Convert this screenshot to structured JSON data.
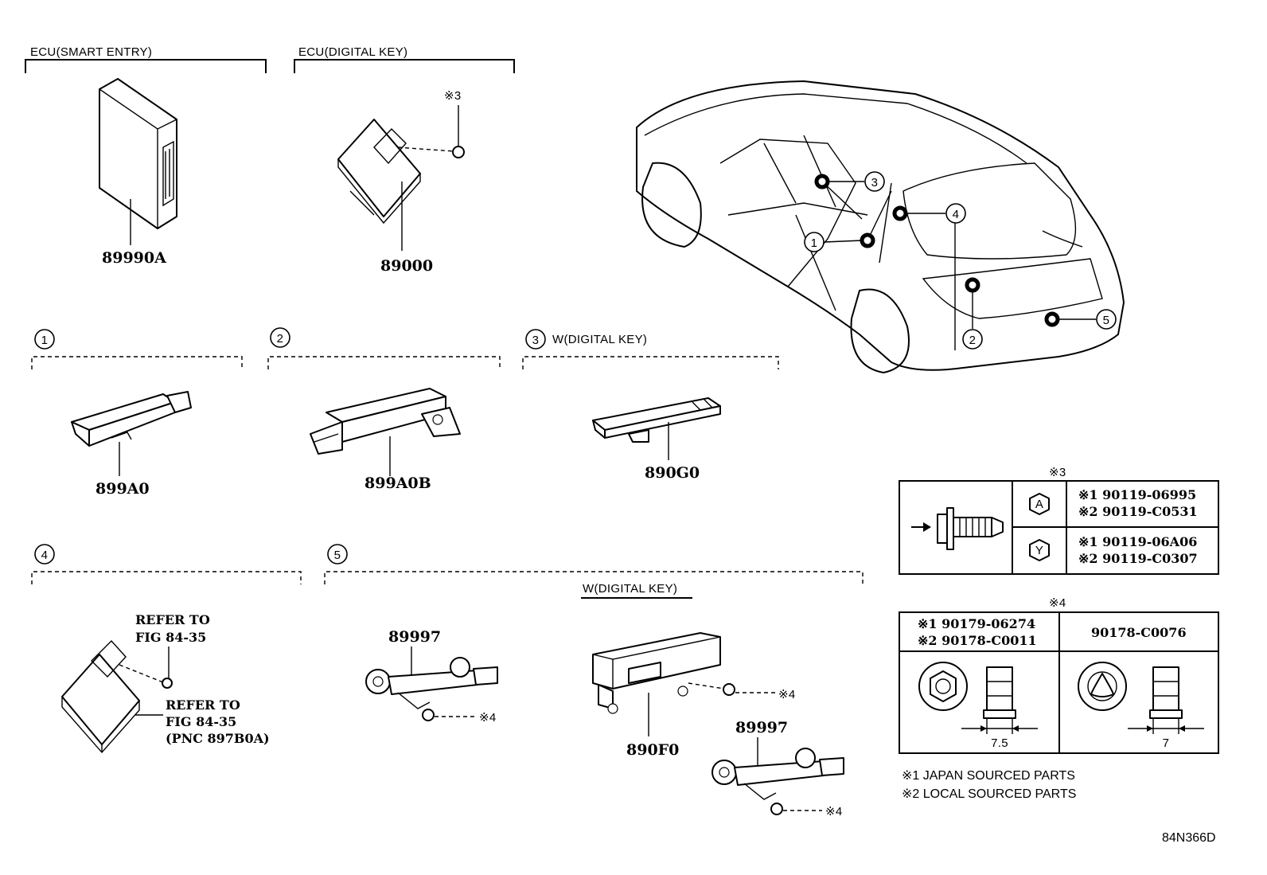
{
  "sections": {
    "smart_entry": {
      "title": "ECU(SMART ENTRY)",
      "part_no": "89990A"
    },
    "digital_key": {
      "title": "ECU(DIGITAL KEY)",
      "part_no": "89000",
      "fastener": "※3"
    },
    "s1": {
      "num": "1",
      "part_no": "899A0"
    },
    "s2": {
      "num": "2",
      "part_no": "899A0B"
    },
    "s3": {
      "num": "3",
      "title": "W(DIGITAL KEY)",
      "part_no": "890G0"
    },
    "s4": {
      "num": "4",
      "refer1_a": "REFER TO",
      "refer1_b": "FIG 84-35",
      "refer2_a": "REFER TO",
      "refer2_b": "FIG 84-35",
      "refer2_c": "(PNC 897B0A)"
    },
    "s5": {
      "num": "5",
      "subtitle": "W(DIGITAL KEY)",
      "part_a": "89997",
      "part_b": "890F0",
      "part_c": "89997",
      "nut_a": "※4",
      "nut_b": "※4",
      "nut_c": "※4"
    }
  },
  "car_callouts": [
    "1",
    "2",
    "3",
    "4",
    "5"
  ],
  "table3": {
    "header": "※3",
    "rows": [
      {
        "badge": "A",
        "line1": "※1  90119-06995",
        "line2": "※2  90119-C0531"
      },
      {
        "badge": "Y",
        "line1": "※1  90119-06A06",
        "line2": "※2  90119-C0307"
      }
    ]
  },
  "table4": {
    "header": "※4",
    "col1_line1": "※1 90179-06274",
    "col1_line2": "※2 90178-C0011",
    "col2": "90178-C0076",
    "dim1": "7.5",
    "dim2": "7"
  },
  "footnotes": {
    "f1": "※1 JAPAN SOURCED PARTS",
    "f2": "※2 LOCAL SOURCED PARTS"
  },
  "figure_code": "84N366D"
}
